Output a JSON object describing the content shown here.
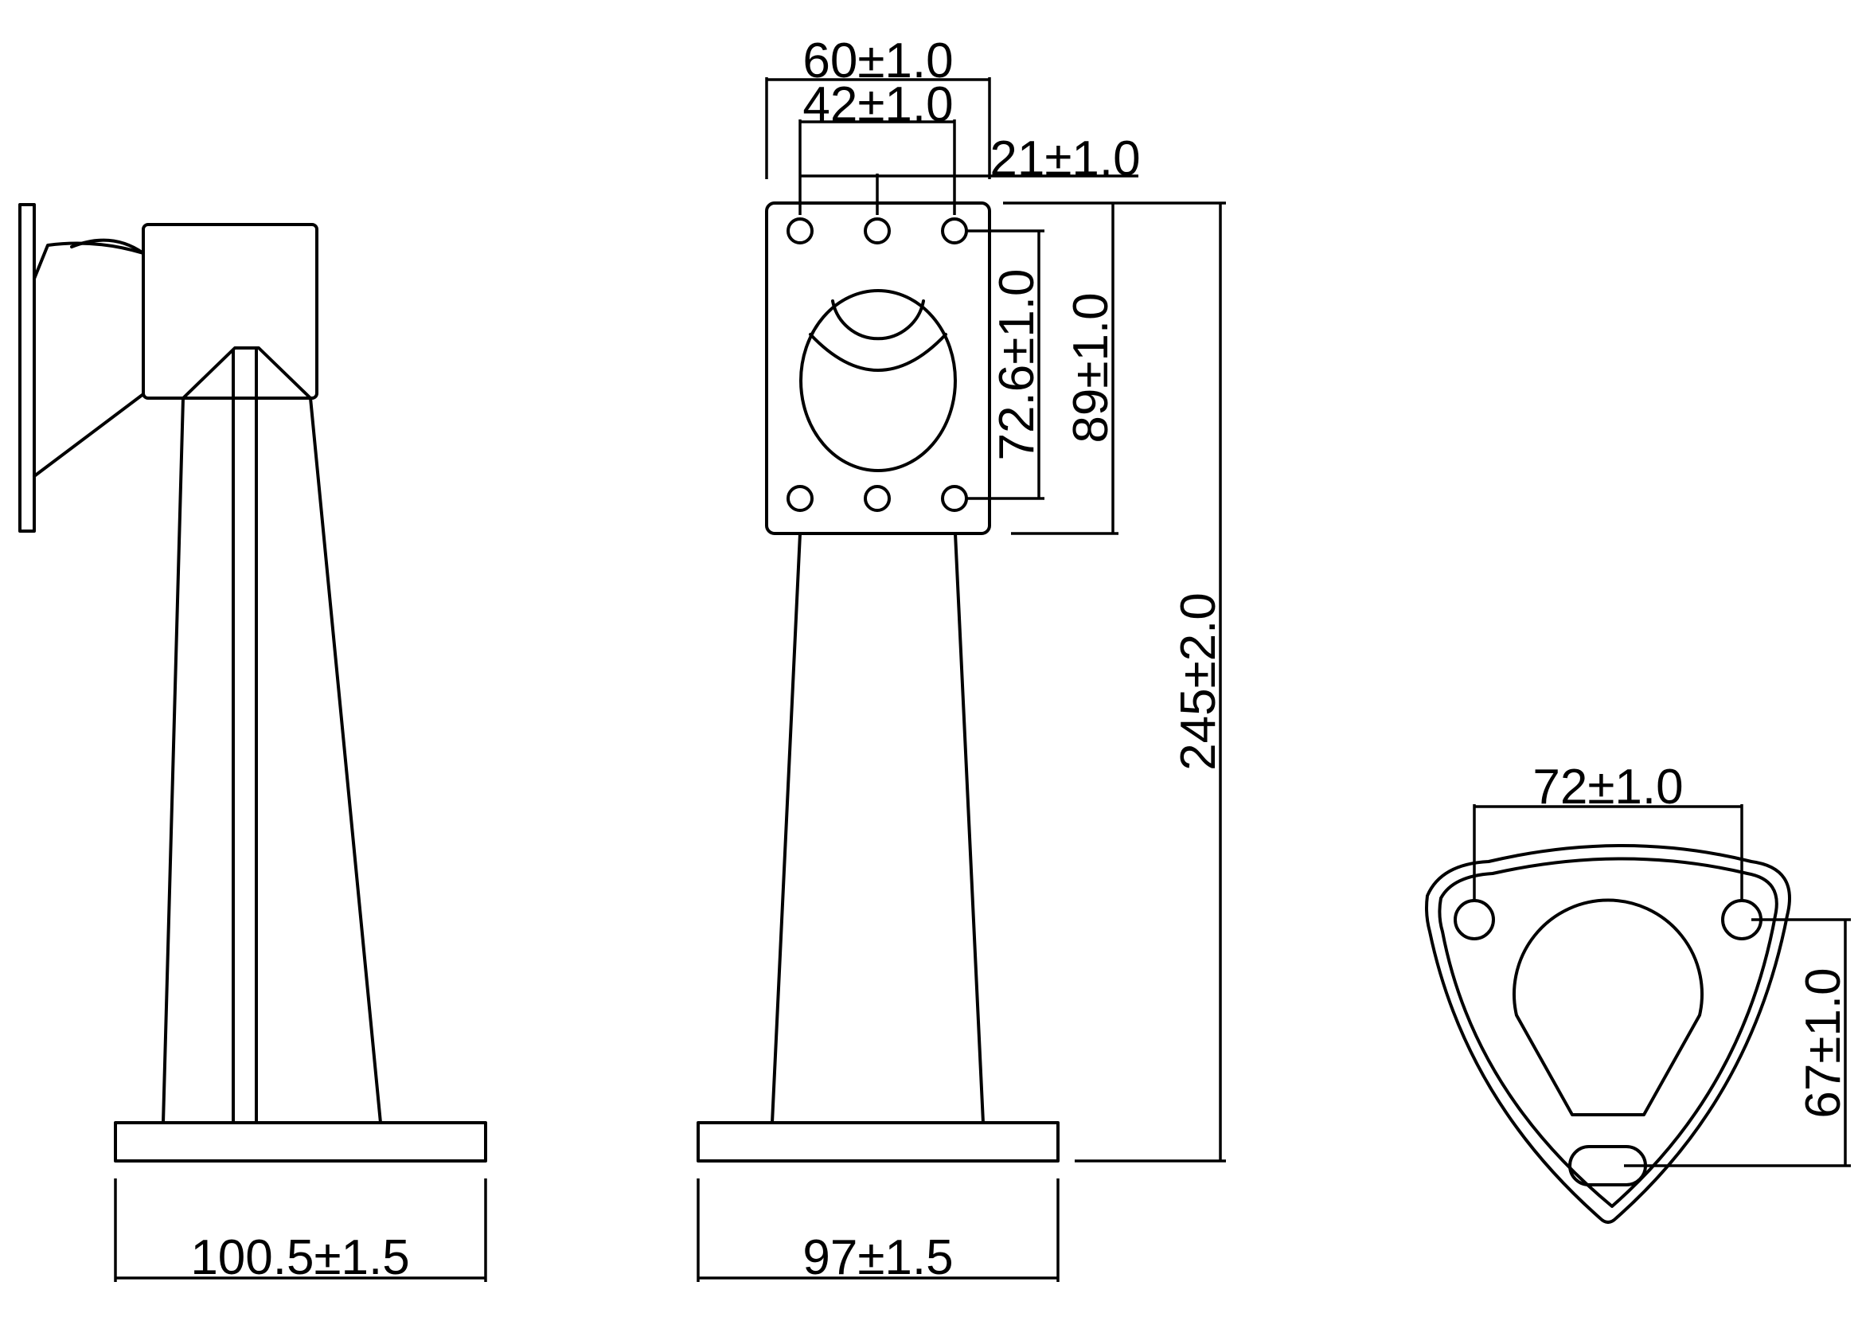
{
  "drawing": {
    "views": [
      "side-view",
      "front-view",
      "bottom-view"
    ],
    "colors": {
      "line": "#000000",
      "background": "#ffffff"
    },
    "dimensions": {
      "plate_width_outer": "60±1.0",
      "hole_spacing_outer": "42±1.0",
      "hole_spacing_inner": "21±1.0",
      "hole_spacing_vertical": "72.6±1.0",
      "plate_height": "89±1.0",
      "total_height": "245±2.0",
      "side_base_width": "100.5±1.5",
      "front_base_width": "97±1.5",
      "bottom_hole_spacing": "72±1.0",
      "bottom_depth": "67±1.0"
    }
  }
}
